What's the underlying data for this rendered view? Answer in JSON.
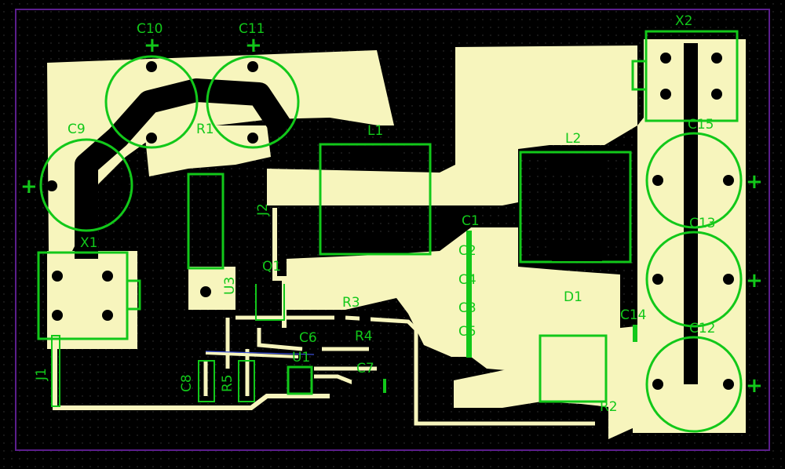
{
  "board": {
    "background_color": "#000000",
    "copper_color": "#f7f5bd",
    "silkscreen_color": "#12c81a",
    "outline_color": "#5b1e8c",
    "grid": true
  },
  "designators": {
    "C10": "C10",
    "C11": "C11",
    "X2": "X2",
    "C9": "C9",
    "R1": "R1",
    "L1": "L1",
    "L2": "L2",
    "C15": "C15",
    "J2": "J2",
    "C1": "C1",
    "C13": "C13",
    "X1": "X1",
    "C2": "C2",
    "C4": "C4",
    "Q1": "Q1",
    "U3": "U3",
    "D1": "D1",
    "R3": "R3",
    "C3": "C3",
    "C5": "C5",
    "C14": "C14",
    "C12": "C12",
    "C6": "C6",
    "R4": "R4",
    "U1": "U1",
    "C7": "C7",
    "C8": "C8",
    "R5": "R5",
    "J1": "J1",
    "R2": "R2"
  },
  "polarity_mark": "+"
}
